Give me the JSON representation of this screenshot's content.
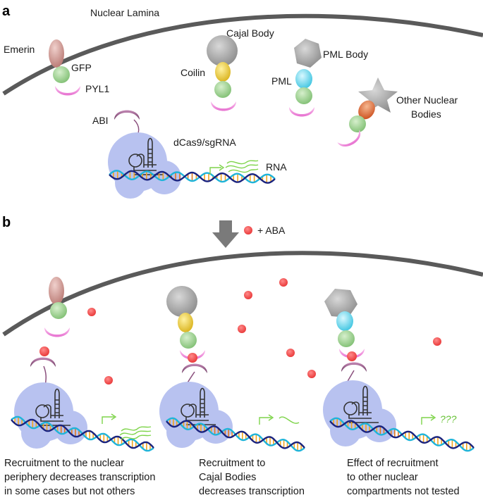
{
  "panel_a": {
    "letter": "a",
    "lamina_label": "Nuclear Lamina",
    "emerin_label": "Emerin",
    "gfp_label": "GFP",
    "pyl1_label": "PYL1",
    "cajal_label": "Cajal Body",
    "coilin_label": "Coilin",
    "pml_body_label": "PML Body",
    "pml_label": "PML",
    "other_label_1": "Other Nuclear",
    "other_label_2": "Bodies",
    "abi_label": "ABI",
    "dcas9_label": "dCas9/sgRNA",
    "rna_label": "RNA"
  },
  "panel_b": {
    "letter": "b",
    "aba_label": "+ ABA",
    "unknown_transcript": "???",
    "captions": [
      [
        "Recruitment to the nuclear",
        "periphery decreases transcription",
        "in some cases but not others"
      ],
      [
        "Recruitment to",
        "Cajal Bodies",
        "decreases transcription"
      ],
      [
        "Effect of recruitment",
        "to other nuclear",
        "compartments not tested"
      ]
    ]
  },
  "colors": {
    "lamina": "#5a5a5a",
    "emerin": "#d4a09c",
    "gfp": "#a6d49a",
    "pyl1": "#f08ad8",
    "abi": "#8a4f7d",
    "coilin": "#f2d54a",
    "cajal_body": "#a8a8a8",
    "pml": "#8fe3f0",
    "other_body": "#b4b4b4",
    "other_anchor": "#e07a4a",
    "dcas9": "#b8c2f0",
    "dna_strand_1": "#1a237e",
    "dna_strand_2": "#1fb4d9",
    "dna_rungs": "#f2a51e",
    "rna": "#7ed44a",
    "aba": "#ef4a4a",
    "arrow": "#7a7a7a"
  }
}
